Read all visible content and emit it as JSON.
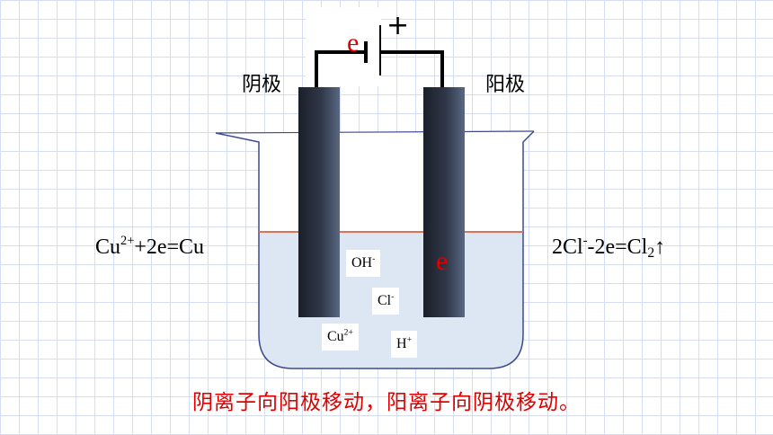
{
  "electrodes": {
    "cathode_label": "阴极",
    "anode_label": "阳极"
  },
  "battery": {
    "plus_sign": "+",
    "electron_symbol": "e"
  },
  "equations": {
    "cathode": {
      "base": "Cu",
      "charge": "2+",
      "rest": "+2e=Cu"
    },
    "anode": {
      "lead": "2Cl",
      "charge": "-",
      "mid": "-2e=Cl",
      "sub": "2",
      "arrow": "↑"
    }
  },
  "ions": {
    "hydroxide": {
      "base": "OH",
      "charge": "-"
    },
    "chloride": {
      "base": "Cl",
      "charge": "-"
    },
    "copper": {
      "base": "Cu",
      "charge": "2+"
    },
    "hydrogen": {
      "base": "H",
      "charge": "+"
    }
  },
  "anode_electron": "e",
  "caption": "阴离子向阳极移动，阳离子向阴极移动。",
  "colors": {
    "solution": "#dde6f3",
    "liquid_line": "#d9745a",
    "electrode_dark": "#1b1f2a",
    "electrode_light": "#54627a",
    "accent_red": "#e00000",
    "grid": "#d6dcf2"
  }
}
